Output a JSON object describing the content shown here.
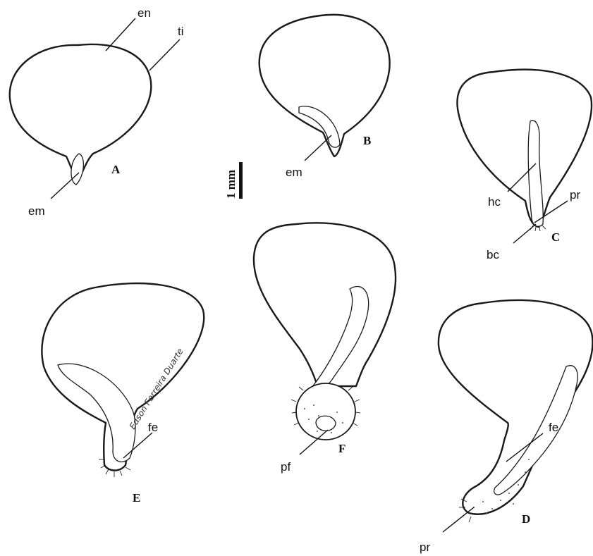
{
  "panels": {
    "A": {
      "letter": "A",
      "labels": [
        "en",
        "ti",
        "em"
      ]
    },
    "B": {
      "letter": "B",
      "labels": [
        "em"
      ]
    },
    "C": {
      "letter": "C",
      "labels": [
        "hc",
        "pr",
        "bc"
      ]
    },
    "D": {
      "letter": "D",
      "labels": [
        "fe",
        "pr"
      ]
    },
    "E": {
      "letter": "E",
      "labels": [
        "fe"
      ]
    },
    "F": {
      "letter": "F",
      "labels": [
        "pf"
      ]
    }
  },
  "scale_bar": {
    "label": "1 mm"
  },
  "signature": "Edson Ferreira Duarte",
  "colors": {
    "ink": "#1a1a1a",
    "background": "#ffffff"
  }
}
